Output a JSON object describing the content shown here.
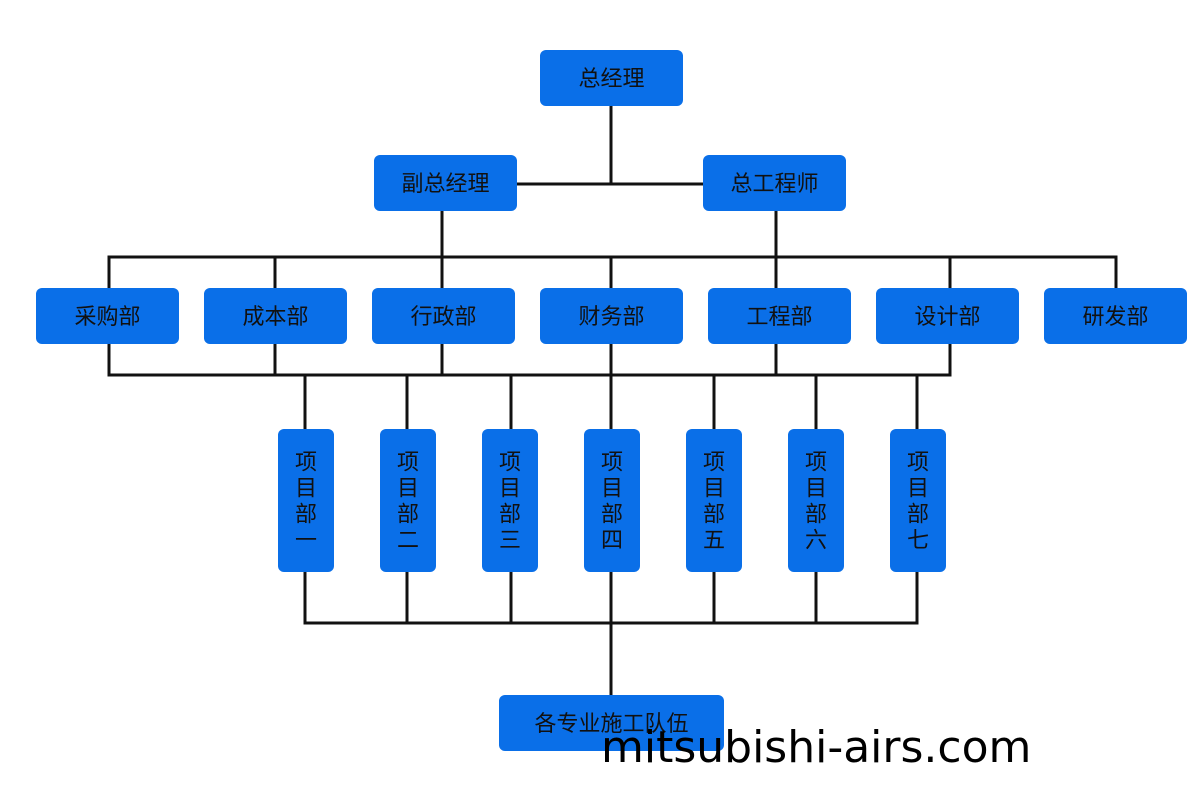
{
  "diagram": {
    "box_color": "#0a6fe8",
    "line_color": "#111111",
    "text_color": "#111111",
    "nodes": {
      "gm": "总经理",
      "deputy_gm": "副总经理",
      "chief_engineer": "总工程师",
      "purchasing": "采购部",
      "cost": "成本部",
      "admin": "行政部",
      "finance": "财务部",
      "engineering": "工程部",
      "design": "设计部",
      "rnd": "研发部",
      "proj1": "项目部一",
      "proj2": "项目部二",
      "proj3": "项目部三",
      "proj4": "项目部四",
      "proj5": "项目部五",
      "proj6": "项目部六",
      "proj7": "项目部七",
      "teams": "各专业施工队伍"
    }
  },
  "watermark": {
    "text": "mitsubishi-airs.com"
  }
}
